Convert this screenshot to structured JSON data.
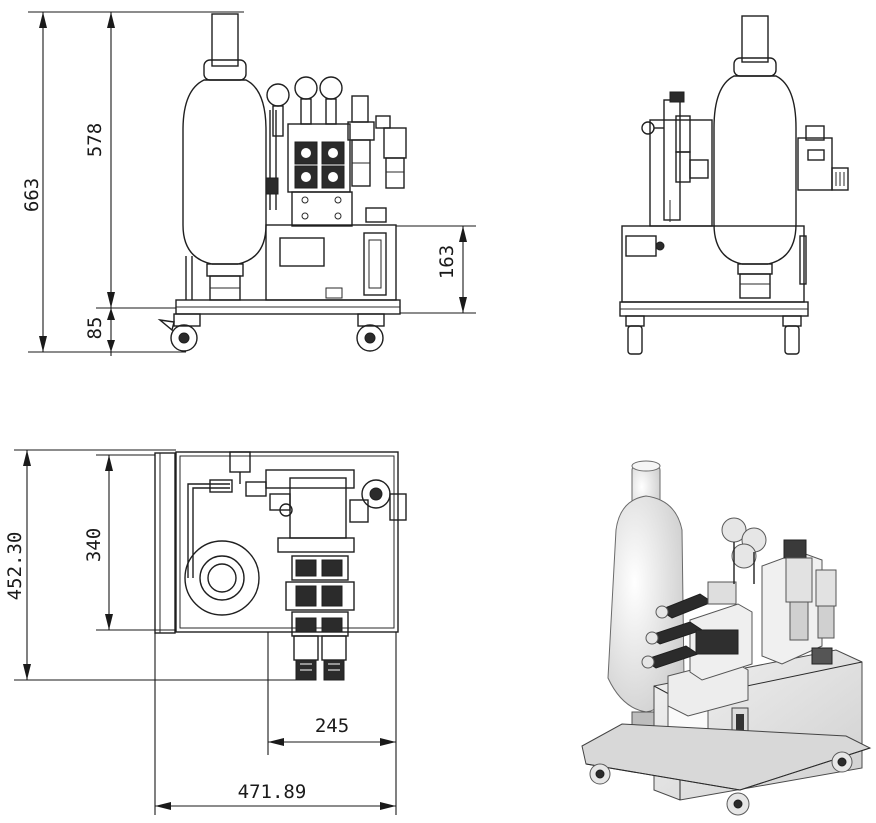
{
  "dimensions": {
    "front_height_total": "663",
    "front_height_upper": "578",
    "front_base_height": "85",
    "front_tank_height": "163",
    "top_depth_total": "452.30",
    "top_depth_inner": "340",
    "top_width_partial": "245",
    "top_width_total": "471.89"
  }
}
